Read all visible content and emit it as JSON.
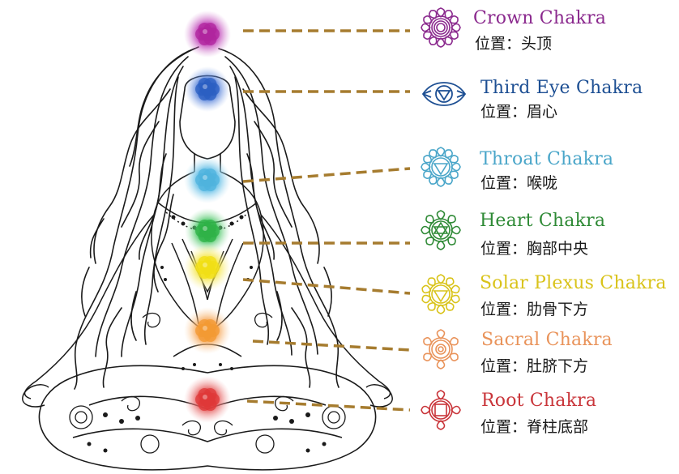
{
  "location_prefix": "位置：",
  "chakras": [
    {
      "name": "Crown Chakra",
      "location": "头顶",
      "color": "#8b2a8e",
      "glow": "#b0259e",
      "symbol": "crown-lotus-icon"
    },
    {
      "name": "Third Eye Chakra",
      "location": "眉心",
      "color": "#1d4f93",
      "glow": "#2b5fc2",
      "symbol": "third-eye-lotus-icon"
    },
    {
      "name": "Throat Chakra",
      "location": "喉咙",
      "color": "#4aa6c9",
      "glow": "#4fb3dd",
      "symbol": "throat-lotus-icon"
    },
    {
      "name": "Heart Chakra",
      "location": "胸部中央",
      "color": "#2f8a36",
      "glow": "#2fb247",
      "symbol": "heart-lotus-icon"
    },
    {
      "name": "Solar Plexus Chakra",
      "location": "肋骨下方",
      "color": "#d9c31a",
      "glow": "#f1df16",
      "symbol": "solar-plexus-lotus-icon"
    },
    {
      "name": "Sacral Chakra",
      "location": "肚脐下方",
      "color": "#e9935a",
      "glow": "#f39a33",
      "symbol": "sacral-lotus-icon"
    },
    {
      "name": "Root Chakra",
      "location": "脊柱底部",
      "color": "#c9353a",
      "glow": "#df3838",
      "symbol": "root-lotus-icon"
    }
  ]
}
